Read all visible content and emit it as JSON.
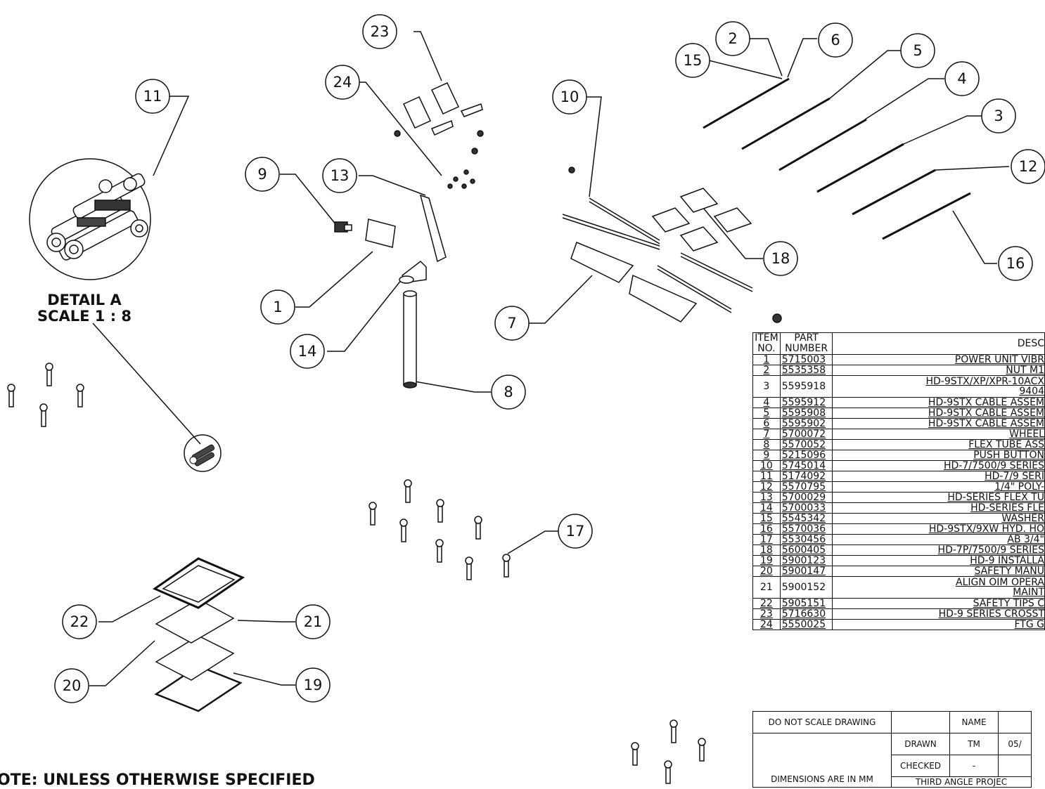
{
  "balloons": [
    "23",
    "24",
    "2",
    "6",
    "5",
    "15",
    "4",
    "11",
    "10",
    "3",
    "12",
    "9",
    "13",
    "18",
    "16",
    "1",
    "7",
    "14",
    "8",
    "17",
    "22",
    "21",
    "20",
    "19"
  ],
  "detail": {
    "title": "DETAIL A",
    "scale": "SCALE 1 : 8"
  },
  "note": "OTE: UNLESS OTHERWISE SPECIFIED",
  "bom": {
    "header": {
      "item_1": "ITEM",
      "item_2": "NO.",
      "part_1": "PART",
      "part_2": "NUMBER",
      "desc": "DESC"
    },
    "rows": [
      {
        "item": "1",
        "part": "5715003",
        "desc": "POWER UNIT VIBR"
      },
      {
        "item": "2",
        "part": "5535358",
        "desc": "NUT M1"
      },
      {
        "item": "3",
        "part": "5595918",
        "desc": "HD-9STX/XP/XPR-10ACX",
        "desc2": "9404"
      },
      {
        "item": "4",
        "part": "5595912",
        "desc": "HD-9STX CABLE ASSEM"
      },
      {
        "item": "5",
        "part": "5595908",
        "desc": "HD-9STX CABLE ASSEM"
      },
      {
        "item": "6",
        "part": "5595902",
        "desc": "HD-9STX CABLE ASSEM"
      },
      {
        "item": "7",
        "part": "5700072",
        "desc": "WHEEL"
      },
      {
        "item": "8",
        "part": "5570052",
        "desc": "FLEX TUBE ASS"
      },
      {
        "item": "9",
        "part": "5215096",
        "desc": "PUSH BUTTON"
      },
      {
        "item": "10",
        "part": "5745014",
        "desc": "HD-7/7500/9 SERIES"
      },
      {
        "item": "11",
        "part": "5174092",
        "desc": "HD-7/9 SERI"
      },
      {
        "item": "12",
        "part": "5570795",
        "desc": "1/4\" POLY-"
      },
      {
        "item": "13",
        "part": "5700029",
        "desc": "HD-SERIES FLEX TU"
      },
      {
        "item": "14",
        "part": "5700033",
        "desc": "HD-SERIES FLE"
      },
      {
        "item": "15",
        "part": "5545342",
        "desc": "WASHER"
      },
      {
        "item": "16",
        "part": "5570036",
        "desc": "HD-9STX/9XW HYD. HO"
      },
      {
        "item": "17",
        "part": "5530456",
        "desc": "AB 3/4\""
      },
      {
        "item": "18",
        "part": "5600405",
        "desc": "HD-7P/7500/9 SERIES"
      },
      {
        "item": "19",
        "part": "5900123",
        "desc": "HD-9 INSTALLA"
      },
      {
        "item": "20",
        "part": "5900147",
        "desc": "SAFETY MANU"
      },
      {
        "item": "21",
        "part": "5900152",
        "desc": "ALIGN OIM OPERA",
        "desc2": "MAINT"
      },
      {
        "item": "22",
        "part": "5905151",
        "desc": "SAFETY TIPS C"
      },
      {
        "item": "23",
        "part": "5716630",
        "desc": "HD-9 SERIES CROSST"
      },
      {
        "item": "24",
        "part": "5550025",
        "desc": "FTG G"
      }
    ]
  },
  "titleblock": {
    "do_not_scale": "DO NOT SCALE DRAWING",
    "name": "NAME",
    "drawn": "DRAWN",
    "drawn_name": "TM",
    "drawn_date": "05/",
    "checked": "CHECKED",
    "checked_name": "-",
    "dimensions": "DIMENSIONS ARE IN MM",
    "projection": "THIRD ANGLE PROJEC"
  }
}
